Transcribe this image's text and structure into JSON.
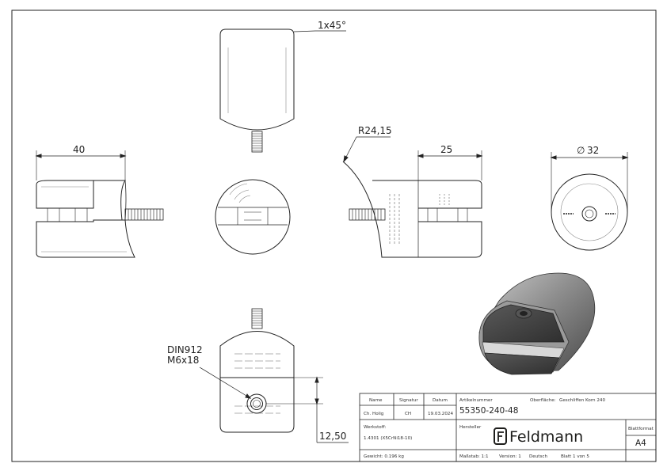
{
  "dimensions": {
    "chamfer": "1x45°",
    "radius": "R24,15",
    "length_40": "40",
    "depth_25": "25",
    "diameter_symbol": "∅",
    "diameter_value": "32",
    "screw_line1": "DIN912",
    "screw_line2": "M6x18",
    "height_1250": "12,50"
  },
  "title_block": {
    "name_label": "Name",
    "signatur_label": "Signatur",
    "datum_label": "Datum",
    "name_value": "Ch. Holig",
    "signatur_value": "CH",
    "datum_value": "19.03.2024",
    "artikel_label": "Artikelnummer",
    "artikel_value": "55350-240-48",
    "oberflaeche_label": "Oberfläche:",
    "oberflaeche_value": "Geschliffen Korn 240",
    "werkstoff_label": "Werkstoff:",
    "werkstoff_value": "1.4301 (X5CrNi18-10)",
    "hersteller_label": "Hersteller",
    "brand_name": "Feldmann",
    "blattformat_label": "Blattformat",
    "blattformat_value": "A4",
    "gewicht": "Gewicht: 0.196 kg",
    "massstab": "Maßstab: 1:1",
    "version": "Version: 1",
    "sprache": "Deutsch",
    "blatt": "Blatt 1 von 5"
  },
  "colors": {
    "line": "#1f1f1f",
    "body_grey": "#777777",
    "body_dark": "#3a3a3a",
    "body_light": "#a8a8a8"
  }
}
